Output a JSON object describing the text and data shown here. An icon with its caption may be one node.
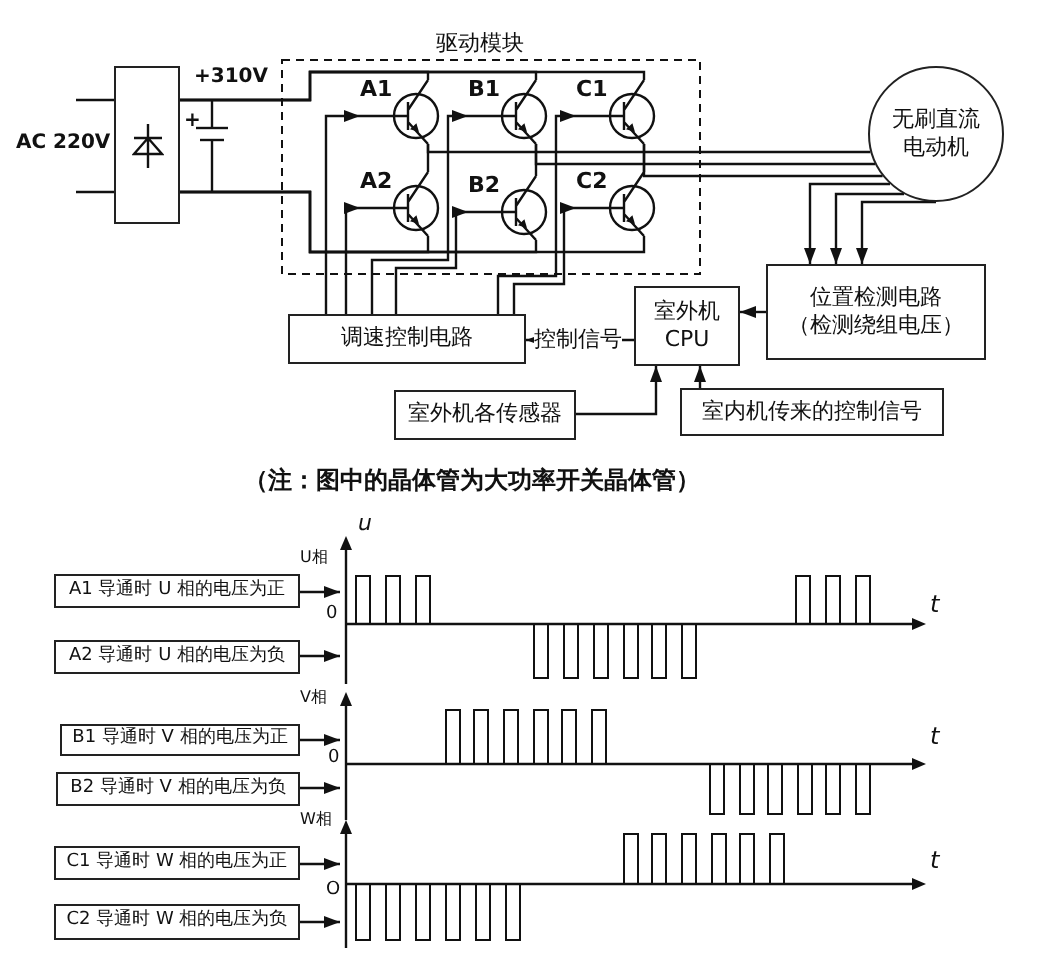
{
  "diagram": {
    "nodes": [
      {
        "text": [],
        "shape": "box",
        "beside": [
          "AC 220V"
        ]
      },
      {
        "text": [
          "驱动模块"
        ]
      },
      {
        "text": [
          "A1"
        ],
        "in": 1
      },
      {
        "text": [
          "B1"
        ],
        "in": 1
      },
      {
        "text": [
          "C1"
        ],
        "in": 1
      },
      {
        "text": [
          "A2"
        ],
        "in": 1
      },
      {
        "text": [
          "B2"
        ],
        "in": 1
      },
      {
        "text": [
          "C2"
        ],
        "in": 1
      },
      {
        "text": [
          "无刷直流电动机"
        ]
      },
      {
        "text": [
          "位置检测电路",
          "（检测绕组电压）"
        ]
      },
      {
        "text": [
          "调速控制电路"
        ]
      },
      {
        "text": [
          "室外机 CPU"
        ]
      },
      {
        "text": [
          "室外机各传感器"
        ]
      },
      {
        "text": [
          "室内机传来的控制信号"
        ]
      },
      {
        "text": [
          "A1 导通时 U 相的电压为正"
        ]
      },
      {
        "text": [
          "A2 导通时 U 相的电压为负"
        ]
      },
      {
        "text": [
          "B1 导通时 V 相的电压为正"
        ]
      },
      {
        "text": [
          "B2 导通时 V 相的电压为负"
        ]
      },
      {
        "text": [
          "C1 导通时 W 相的电压为正"
        ]
      },
      {
        "text": [
          "C2 导通时 W 相的电压为负"
        ]
      },
      {
        "text": [],
        "shape": "waveform",
        "beside": [
          "U相",
          "0",
          "t"
        ]
      },
      {
        "text": [],
        "shape": "waveform",
        "beside": [
          "V相",
          "0",
          "t"
        ]
      },
      {
        "text": [],
        "shape": "waveform",
        "beside": [
          "W相",
          "O",
          "t"
        ]
      }
    ],
    "edges": [
      {
        "from": 0,
        "to": 2,
        "arrow": "none"
      },
      {
        "from": 0,
        "to": 3,
        "arrow": "none"
      },
      {
        "from": 0,
        "to": 4,
        "arrow": "none"
      },
      {
        "from": 0,
        "to": 5,
        "arrow": "none"
      },
      {
        "from": 0,
        "to": 6,
        "arrow": "none"
      },
      {
        "from": 0,
        "to": 7,
        "arrow": "none"
      },
      {
        "from": 2,
        "to": 5,
        "arrow": "none"
      },
      {
        "from": 3,
        "to": 6,
        "arrow": "none"
      },
      {
        "from": 4,
        "to": 7,
        "arrow": "none"
      },
      {
        "from": 2,
        "to": 8,
        "arrow": "none"
      },
      {
        "from": 3,
        "to": 8,
        "arrow": "none"
      },
      {
        "from": 4,
        "to": 8,
        "arrow": "none"
      },
      {
        "from": 10,
        "to": 2,
        "arrow": "to"
      },
      {
        "from": 10,
        "to": 5,
        "arrow": "to"
      },
      {
        "from": 10,
        "to": 3,
        "arrow": "to"
      },
      {
        "from": 10,
        "to": 6,
        "arrow": "to"
      },
      {
        "from": 10,
        "to": 4,
        "arrow": "to"
      },
      {
        "from": 10,
        "to": 7,
        "arrow": "to"
      },
      {
        "from": 8,
        "to": 9,
        "arrow": "to"
      },
      {
        "from": 8,
        "to": 9,
        "arrow": "to"
      },
      {
        "from": 8,
        "to": 9,
        "arrow": "to"
      },
      {
        "from": 9,
        "to": 11,
        "arrow": "to"
      },
      {
        "from": 11,
        "to": 10,
        "arrow": "to",
        "label": "控制信号"
      },
      {
        "from": 12,
        "to": 11,
        "arrow": "to"
      },
      {
        "from": 13,
        "to": 11,
        "arrow": "to"
      },
      {
        "from": 14,
        "to": 20,
        "arrow": "to"
      },
      {
        "from": 15,
        "to": 20,
        "arrow": "to"
      },
      {
        "from": 16,
        "to": 21,
        "arrow": "to"
      },
      {
        "from": 17,
        "to": 21,
        "arrow": "to"
      },
      {
        "from": 18,
        "to": 22,
        "arrow": "to"
      },
      {
        "from": 19,
        "to": 22,
        "arrow": "to"
      }
    ],
    "labels": [
      "+310V",
      "+",
      "（注：图中的晶体管为大功率开关晶体管）",
      "u"
    ]
  }
}
